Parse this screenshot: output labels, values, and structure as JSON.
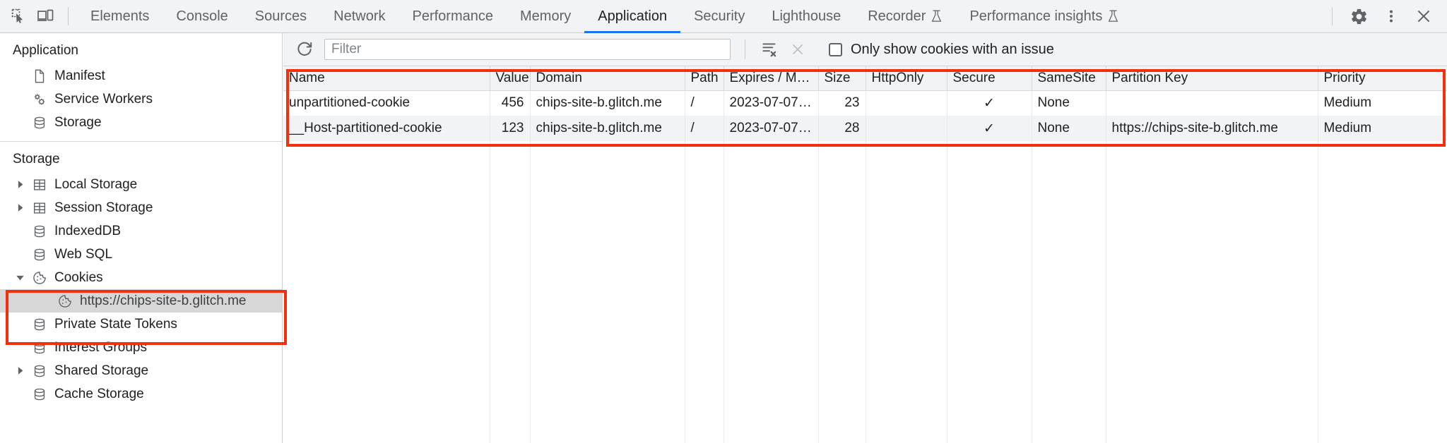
{
  "toolbar": {
    "inspect_icon": "inspect-element-icon",
    "device_icon": "device-toolbar-icon",
    "tabs": [
      {
        "label": "Elements",
        "active": false,
        "experimental": false
      },
      {
        "label": "Console",
        "active": false,
        "experimental": false
      },
      {
        "label": "Sources",
        "active": false,
        "experimental": false
      },
      {
        "label": "Network",
        "active": false,
        "experimental": false
      },
      {
        "label": "Performance",
        "active": false,
        "experimental": false
      },
      {
        "label": "Memory",
        "active": false,
        "experimental": false
      },
      {
        "label": "Application",
        "active": true,
        "experimental": false
      },
      {
        "label": "Security",
        "active": false,
        "experimental": false
      },
      {
        "label": "Lighthouse",
        "active": false,
        "experimental": false
      },
      {
        "label": "Recorder",
        "active": false,
        "experimental": true
      },
      {
        "label": "Performance insights",
        "active": false,
        "experimental": true
      }
    ],
    "settings_icon": "gear-icon",
    "more_icon": "more-vertical-icon",
    "close_icon": "close-icon",
    "accent_color": "#1a73e8"
  },
  "sidebar": {
    "sections": [
      {
        "title": "Application",
        "items": [
          {
            "label": "Manifest",
            "icon": "document-icon",
            "twisty": "none",
            "depth": 1,
            "selected": false
          },
          {
            "label": "Service Workers",
            "icon": "gears-icon",
            "twisty": "none",
            "depth": 1,
            "selected": false
          },
          {
            "label": "Storage",
            "icon": "database-icon",
            "twisty": "none",
            "depth": 1,
            "selected": false
          }
        ]
      },
      {
        "title": "Storage",
        "items": [
          {
            "label": "Local Storage",
            "icon": "table-icon",
            "twisty": "collapsed",
            "depth": 1,
            "selected": false
          },
          {
            "label": "Session Storage",
            "icon": "table-icon",
            "twisty": "collapsed",
            "depth": 1,
            "selected": false
          },
          {
            "label": "IndexedDB",
            "icon": "database-icon",
            "twisty": "none",
            "depth": 1,
            "selected": false
          },
          {
            "label": "Web SQL",
            "icon": "database-icon",
            "twisty": "none",
            "depth": 1,
            "selected": false
          },
          {
            "label": "Cookies",
            "icon": "cookie-icon",
            "twisty": "expanded",
            "depth": 1,
            "selected": false
          },
          {
            "label": "https://chips-site-b.glitch.me",
            "icon": "cookie-icon",
            "twisty": "none",
            "depth": 2,
            "selected": true
          },
          {
            "label": "Private State Tokens",
            "icon": "database-icon",
            "twisty": "none",
            "depth": 1,
            "selected": false
          },
          {
            "label": "Interest Groups",
            "icon": "database-icon",
            "twisty": "none",
            "depth": 1,
            "selected": false
          },
          {
            "label": "Shared Storage",
            "icon": "database-icon",
            "twisty": "collapsed",
            "depth": 1,
            "selected": false
          },
          {
            "label": "Cache Storage",
            "icon": "database-icon",
            "twisty": "none",
            "depth": 1,
            "selected": false
          }
        ]
      }
    ]
  },
  "filter_bar": {
    "refresh_icon": "refresh-icon",
    "filter_value": "",
    "filter_placeholder": "Filter",
    "clear_all_icon": "clear-all-cookies-icon",
    "delete_icon": "delete-selected-icon",
    "issue_checkbox_label": "Only show cookies with an issue",
    "issue_checkbox_checked": false
  },
  "grid": {
    "columns": [
      "Name",
      "Value",
      "Domain",
      "Path",
      "Expires / M…",
      "Size",
      "HttpOnly",
      "Secure",
      "SameSite",
      "Partition Key",
      "Priority"
    ],
    "rows": [
      {
        "Name": "unpartitioned-cookie",
        "Value": "456",
        "Domain": "chips-site-b.glitch.me",
        "Path": "/",
        "Expires": "2023-07-07…",
        "Size": "23",
        "HttpOnly": "",
        "Secure": "✓",
        "SameSite": "None",
        "PartitionKey": "",
        "Priority": "Medium"
      },
      {
        "Name": "__Host-partitioned-cookie",
        "Value": "123",
        "Domain": "chips-site-b.glitch.me",
        "Path": "/",
        "Expires": "2023-07-07…",
        "Size": "28",
        "HttpOnly": "",
        "Secure": "✓",
        "SameSite": "None",
        "PartitionKey": "https://chips-site-b.glitch.me",
        "Priority": "Medium"
      }
    ]
  },
  "annotations": {
    "color": "#f42f0c",
    "boxes": [
      "cookie-table-highlight",
      "cookies-tree-highlight"
    ]
  }
}
